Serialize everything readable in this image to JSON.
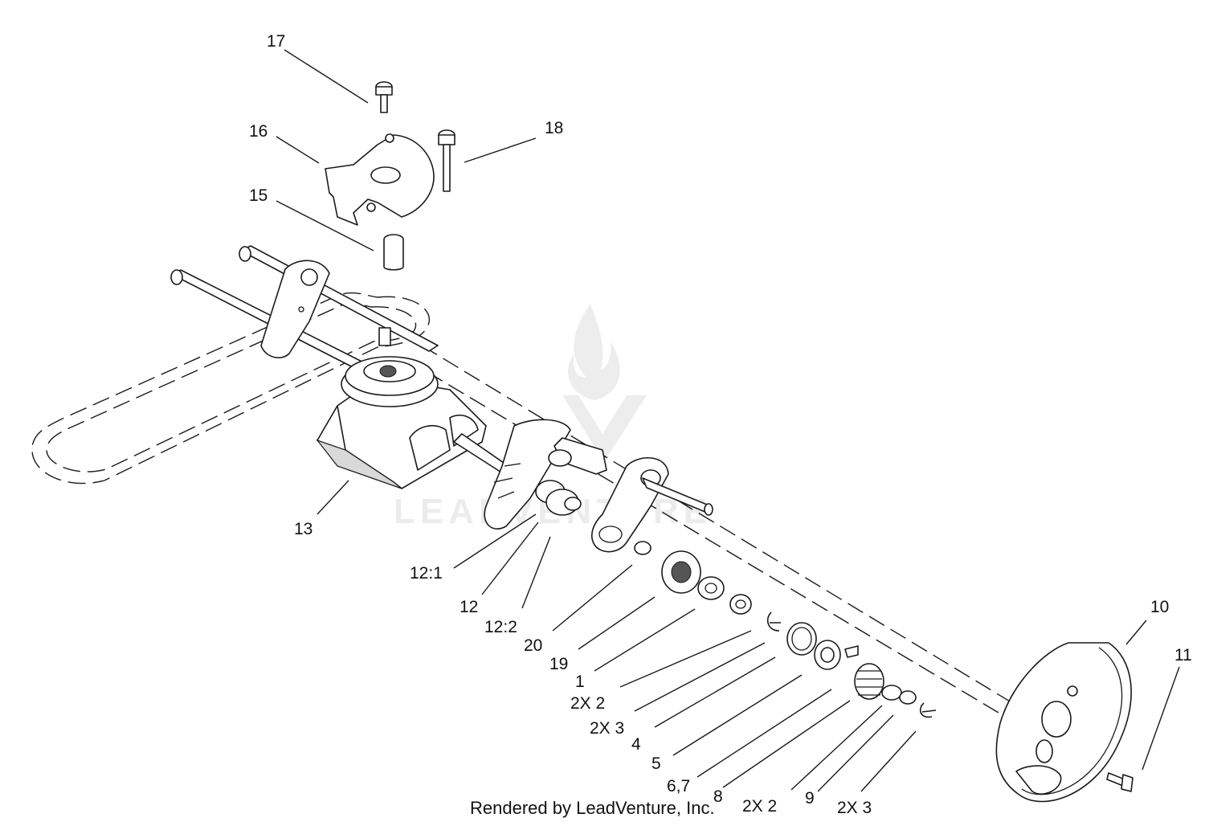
{
  "footer_text": "Rendered by LeadVenture, Inc.",
  "watermark_text": "LEADVENTURE",
  "callouts": {
    "c17": "17",
    "c16": "16",
    "c18": "18",
    "c15": "15",
    "c13": "13",
    "c12_1": "12:1",
    "c12": "12",
    "c12_2": "12:2",
    "c20": "20",
    "c19": "19",
    "c1": "1",
    "c2x2a": "2X 2",
    "c2x3a": "2X 3",
    "c4": "4",
    "c5": "5",
    "c6_7": "6,7",
    "c8": "8",
    "c2x2b": "2X 2",
    "c9": "9",
    "c2x3b": "2X 3",
    "c10": "10",
    "c11": "11"
  }
}
